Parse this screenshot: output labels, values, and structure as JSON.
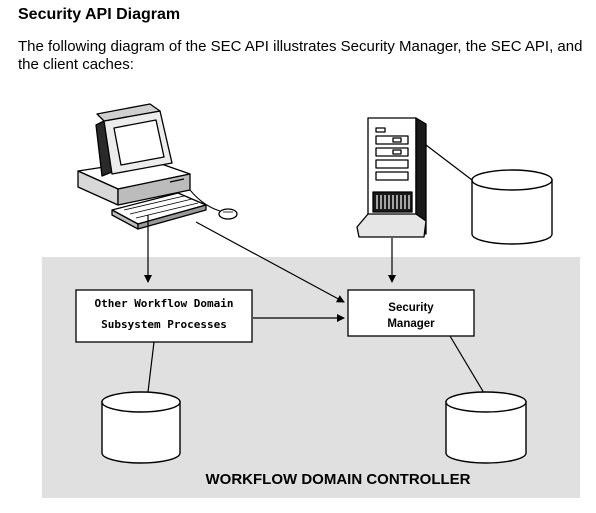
{
  "heading": "Security API Diagram",
  "intro": "The following diagram of the SEC API illustrates Security Manager, the SEC API, and the client caches:",
  "diagram": {
    "process_box_line1": "Other Workflow Domain",
    "process_box_line2": "Subsystem Processes",
    "manager_box_line1": "Security",
    "manager_box_line2": "Manager",
    "controller_label": "WORKFLOW DOMAIN CONTROLLER"
  },
  "colors": {
    "controller_background": "#e0e0e0",
    "stroke": "#000000"
  }
}
